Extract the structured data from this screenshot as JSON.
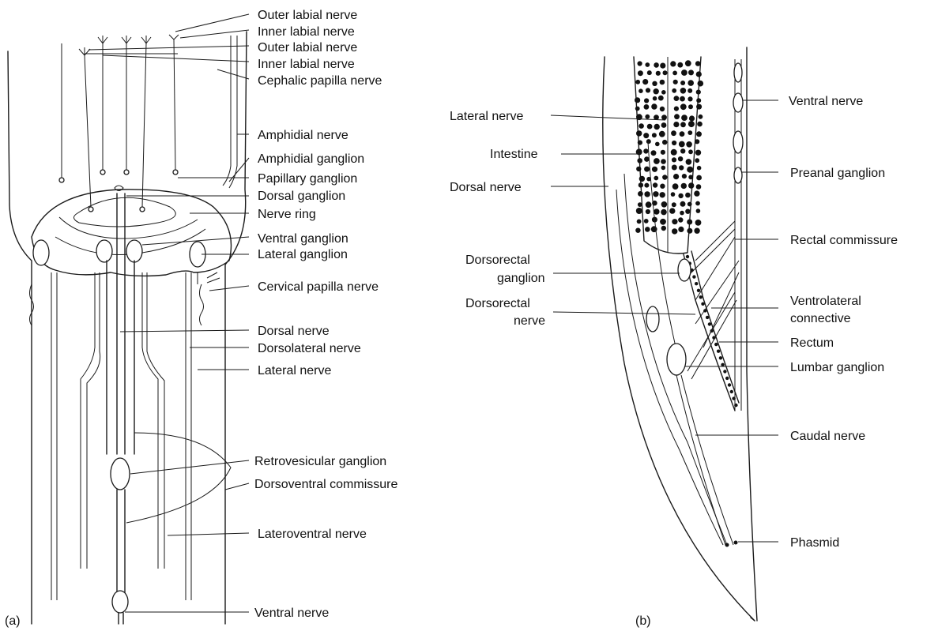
{
  "panel_a": {
    "panel_label": "(a)",
    "labels": {
      "outer_labial_nerve_1": "Outer labial nerve",
      "inner_labial_nerve_1": "Inner labial nerve",
      "outer_labial_nerve_2": "Outer labial nerve",
      "inner_labial_nerve_2": "Inner labial nerve",
      "cephalic_papilla_nerve": "Cephalic papilla nerve",
      "amphidial_nerve": "Amphidial nerve",
      "amphidial_ganglion": "Amphidial ganglion",
      "papillary_ganglion": "Papillary ganglion",
      "dorsal_ganglion": "Dorsal ganglion",
      "nerve_ring": "Nerve ring",
      "ventral_ganglion": "Ventral ganglion",
      "lateral_ganglion": "Lateral ganglion",
      "cervical_papilla_nerve": "Cervical papilla nerve",
      "dorsal_nerve": "Dorsal nerve",
      "dorsolateral_nerve": "Dorsolateral nerve",
      "lateral_nerve": "Lateral nerve",
      "retrovesicular_ganglion": "Retrovesicular ganglion",
      "dorsoventral_commissure": "Dorsoventral commissure",
      "lateroventral_nerve": "Lateroventral nerve",
      "ventral_nerve": "Ventral nerve"
    }
  },
  "panel_b": {
    "panel_label": "(b)",
    "labels": {
      "lateral_nerve": "Lateral nerve",
      "intestine": "Intestine",
      "dorsal_nerve": "Dorsal nerve",
      "dorsorectal_ganglion_l1": "Dorsorectal",
      "dorsorectal_ganglion_l2": "ganglion",
      "dorsorectal_nerve_l1": "Dorsorectal",
      "dorsorectal_nerve_l2": "nerve",
      "ventral_nerve": "Ventral nerve",
      "preanal_ganglion": "Preanal ganglion",
      "rectal_commissure": "Rectal commissure",
      "ventrolateral_connective_l1": "Ventrolateral",
      "ventrolateral_connective_l2": "connective",
      "rectum": "Rectum",
      "lumbar_ganglion": "Lumbar ganglion",
      "caudal_nerve": "Caudal nerve",
      "phasmid": "Phasmid"
    }
  }
}
